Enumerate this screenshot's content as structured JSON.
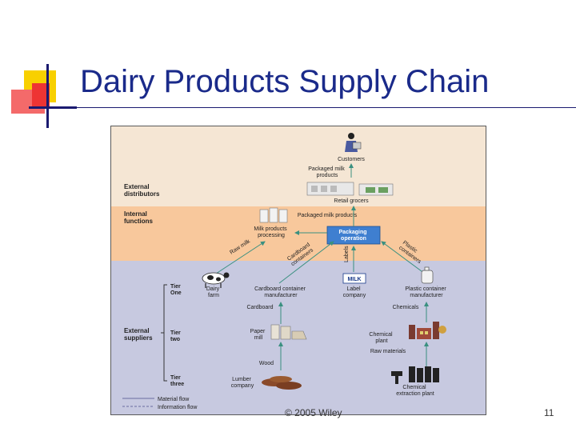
{
  "slide": {
    "title": "Dairy Products Supply Chain",
    "footer": "© 2005 Wiley",
    "page_number": "11"
  },
  "diagram": {
    "sections": {
      "external_distributors": [
        "External",
        "distributors"
      ],
      "internal_functions": [
        "Internal",
        "functions"
      ],
      "external_suppliers": [
        "External",
        "suppliers"
      ]
    },
    "tiers": {
      "one": [
        "Tier",
        "One"
      ],
      "two": [
        "Tier",
        "two"
      ],
      "three": [
        "Tier",
        "three"
      ]
    },
    "nodes": {
      "customers": "Customers",
      "packaged_milk_top": [
        "Packaged milk",
        "products"
      ],
      "retail_grocers": "Retail grocers",
      "packaged_milk_mid": "Packaged milk products",
      "milk_processing": [
        "Milk products",
        "processing"
      ],
      "packaging_operation": [
        "Packaging",
        "operation"
      ],
      "dairy_farm": [
        "Dairy",
        "farm"
      ],
      "cardboard_manufacturer": [
        "Cardboard container",
        "manufacturer"
      ],
      "label_company": [
        "Label",
        "company"
      ],
      "plastic_manufacturer": [
        "Plastic container",
        "manufacturer"
      ],
      "cardboard": "Cardboard",
      "chemicals": "Chemicals",
      "paper_mill": [
        "Paper",
        "mill"
      ],
      "chemical_plant": [
        "Chemical",
        "plant"
      ],
      "raw_materials": "Raw materials",
      "wood": "Wood",
      "lumber_company": [
        "Lumber",
        "company"
      ],
      "chemical_extraction_plant": [
        "Chemical",
        "extraction plant"
      ]
    },
    "flow_labels": {
      "raw_milk": "Raw milk",
      "cardboard_containers": [
        "Cardboard",
        "containers"
      ],
      "labels": "Labels",
      "plastic_containers": [
        "Plastic",
        "containers"
      ]
    },
    "milk_label": "MILK",
    "legend": {
      "material_flow": "Material flow",
      "information_flow": "Information flow"
    },
    "colors": {
      "title": "#1a2a8a",
      "distributors_band": "#f5e6d4",
      "internal_band": "#f8c89c",
      "suppliers_band": "#c7c9e0",
      "packaging_box": "#3f7fd0",
      "arrow": "#3a9080",
      "deco_yellow": "#f8d000",
      "deco_red": "#f04848",
      "deco_navy": "#1a1a70"
    }
  }
}
